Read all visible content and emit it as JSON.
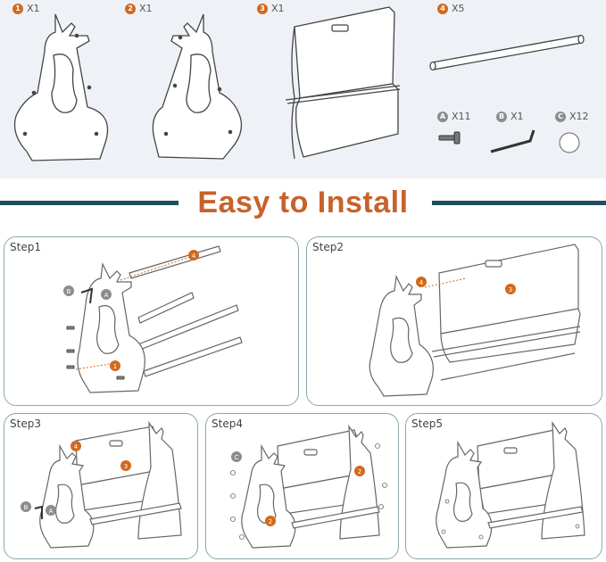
{
  "parts": [
    {
      "num": "1",
      "qty": "X1"
    },
    {
      "num": "2",
      "qty": "X1"
    },
    {
      "num": "3",
      "qty": "X1"
    },
    {
      "num": "4",
      "qty": "X5"
    }
  ],
  "hardware": [
    {
      "letter": "A",
      "qty": "X11"
    },
    {
      "letter": "B",
      "qty": "X1"
    },
    {
      "letter": "C",
      "qty": "X12"
    }
  ],
  "title": "Easy to Install",
  "steps": [
    {
      "label": "Step1",
      "markers": [
        "4",
        "B",
        "A",
        "1"
      ]
    },
    {
      "label": "Step2",
      "markers": [
        "4",
        "3"
      ]
    },
    {
      "label": "Step3",
      "markers": [
        "4",
        "3",
        "B",
        "A"
      ]
    },
    {
      "label": "Step4",
      "markers": [
        "C",
        "2",
        "2"
      ]
    },
    {
      "label": "Step5",
      "markers": []
    }
  ],
  "colors": {
    "accent": "#c8622a",
    "rule": "#1f4e5f",
    "panel_border": "#8aa7ae",
    "background": "#eef2f6"
  }
}
